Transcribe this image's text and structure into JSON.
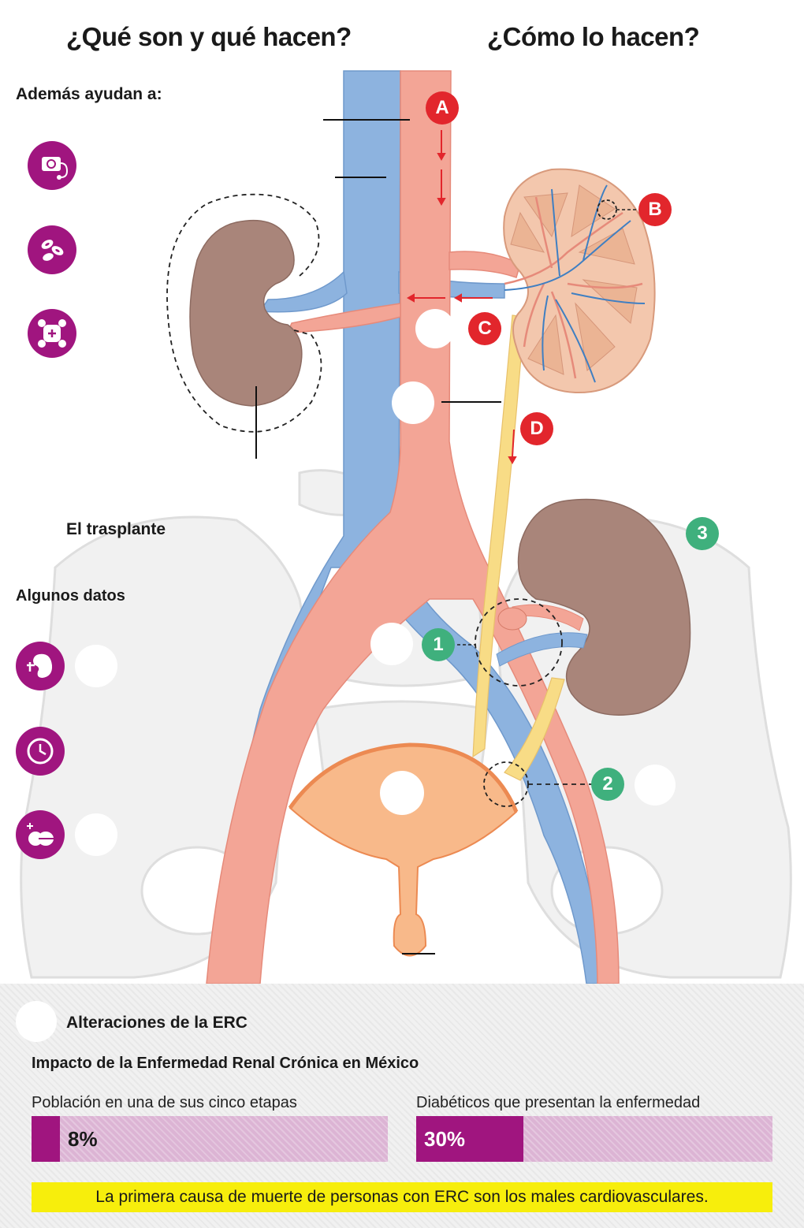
{
  "headings": {
    "left": "¿Qué son y qué hacen?",
    "right": "¿Cómo lo hacen?",
    "also_helps": "Además ayudan a:",
    "transplant": "El trasplante",
    "some_data": "Algunos datos"
  },
  "function_icons": [
    "blood-pressure-icon",
    "blood-cells-icon",
    "bone-icon"
  ],
  "data_icons": [
    "kidney-icon",
    "clock-icon",
    "pills-icon"
  ],
  "markers": {
    "process": [
      "A",
      "B",
      "C",
      "D"
    ],
    "transplant": [
      "1",
      "2",
      "3"
    ]
  },
  "erc": {
    "title": "Alteraciones de la ERC",
    "subtitle": "Impacto de la Enfermedad Renal Crónica en México",
    "stats": [
      {
        "label": "Población en una de sus cinco etapas",
        "value_text": "8%",
        "percent": 8
      },
      {
        "label": "Diabéticos que presentan la enfermedad",
        "value_text": "30%",
        "percent": 30
      }
    ],
    "note": "La primera causa de muerte de personas con ERC son los males cardiovasculares."
  },
  "colors": {
    "accent": "#a0157f",
    "accent_light": "#dcb4d4",
    "marker_red": "#e2262c",
    "marker_green": "#3fb07d",
    "artery": "#f3a596",
    "vein": "#8db3df",
    "kidney": "#a9857a",
    "bladder": "#f8b98a",
    "ureter": "#f8dc86",
    "highlight": "#f7ee0c"
  }
}
